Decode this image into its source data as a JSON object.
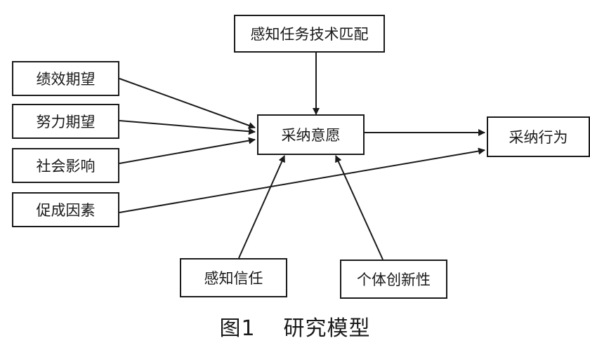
{
  "nodes": {
    "task_fit": "感知任务技术匹配",
    "performance": "绩效期望",
    "effort": "努力期望",
    "social": "社会影响",
    "facilitating": "促成因素",
    "intention": "采纳意愿",
    "behavior": "采纳行为",
    "trust": "感知信任",
    "innovativeness": "个体创新性"
  },
  "edges": [
    {
      "from": "task_fit",
      "to": "intention"
    },
    {
      "from": "performance",
      "to": "intention"
    },
    {
      "from": "effort",
      "to": "intention"
    },
    {
      "from": "social",
      "to": "intention"
    },
    {
      "from": "facilitating",
      "to": "behavior"
    },
    {
      "from": "intention",
      "to": "behavior"
    },
    {
      "from": "trust",
      "to": "intention"
    },
    {
      "from": "innovativeness",
      "to": "intention"
    }
  ],
  "caption": {
    "number": "图1",
    "title": "研究模型"
  },
  "colors": {
    "stroke": "#1a1a1a",
    "background": "#ffffff"
  }
}
